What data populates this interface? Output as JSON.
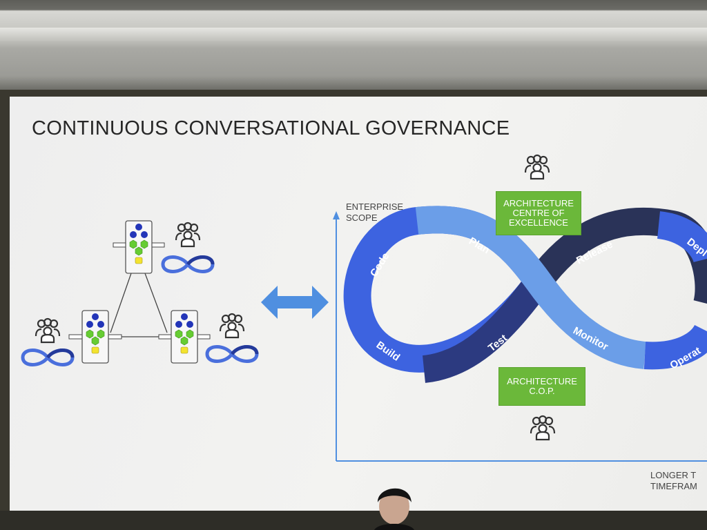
{
  "slide": {
    "title": "CONTINUOUS CONVERSATIONAL GOVERNANCE",
    "y_axis_label_line1": "ENTERPRISE",
    "y_axis_label_line2": "SCOPE",
    "x_axis_label_line1": "LONGER T",
    "x_axis_label_line2": "TIMEFRAM",
    "top_box_line1": "ARCHITECTURE",
    "top_box_line2": "CENTRE OF",
    "top_box_line3": "EXCELLENCE",
    "bottom_box_line1": "ARCHITECTURE",
    "bottom_box_line2": "C.O.P.",
    "loop_stages": {
      "code": "Code",
      "plan": "Plan",
      "release": "Release",
      "deploy": "Depl",
      "build": "Build",
      "test": "Test",
      "monitor": "Monitor",
      "operate": "Operat"
    }
  },
  "colors": {
    "loop_bright": "#3d63e0",
    "loop_light": "#6b9ee8",
    "loop_dark": "#2c3a80",
    "loop_navy": "#2a3358",
    "green_box": "#6bb83a",
    "arrow": "#4f8fe0"
  },
  "icons": [
    "people-group-icon",
    "infinity-icon",
    "server-node-icon",
    "double-arrow-icon",
    "axis-arrow-icon"
  ]
}
